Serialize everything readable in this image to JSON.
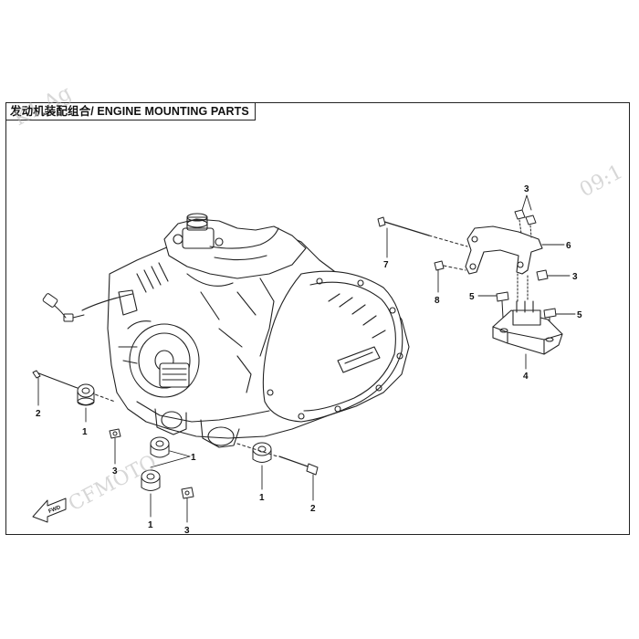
{
  "diagram": {
    "title": "发动机装配组合/ ENGINE MOUNTING PARTS",
    "fwd_label": "FWD",
    "callouts": [
      {
        "id": "c1a",
        "label": "1"
      },
      {
        "id": "c1b",
        "label": "1"
      },
      {
        "id": "c1c",
        "label": "1"
      },
      {
        "id": "c1d",
        "label": "1"
      },
      {
        "id": "c2a",
        "label": "2"
      },
      {
        "id": "c2b",
        "label": "2"
      },
      {
        "id": "c3a",
        "label": "3"
      },
      {
        "id": "c3b",
        "label": "3"
      },
      {
        "id": "c3c",
        "label": "3"
      },
      {
        "id": "c3d",
        "label": "3"
      },
      {
        "id": "c4",
        "label": "4"
      },
      {
        "id": "c5a",
        "label": "5"
      },
      {
        "id": "c5b",
        "label": "5"
      },
      {
        "id": "c6",
        "label": "6"
      },
      {
        "id": "c7",
        "label": "7"
      },
      {
        "id": "c8",
        "label": "8"
      }
    ],
    "watermarks": [
      "K1 Ag",
      "CFMOTO",
      "09:1"
    ]
  }
}
